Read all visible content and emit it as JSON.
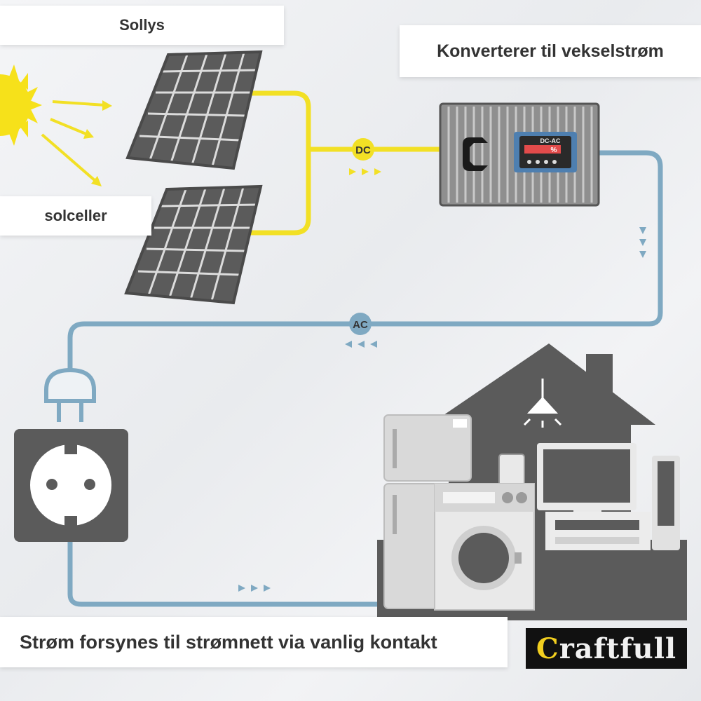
{
  "labels": {
    "sunlight": "Sollys",
    "solar_cells": "solceller",
    "converter": "Konverterer til vekselstrøm",
    "bottom": "Strøm forsynes til strømnett via vanlig kontakt"
  },
  "badges": {
    "dc": "DC",
    "ac": "AC"
  },
  "inverter": {
    "display_label": "DC-AC",
    "display_symbol": "%"
  },
  "logo": {
    "first_letter": "C",
    "rest": "raftfull"
  },
  "colors": {
    "dc_wire": "#f2e025",
    "ac_wire": "#7fa9c2",
    "panel": "#5b5b5b",
    "sun": "#f6e11a",
    "logo_accent": "#f2cf1f"
  },
  "icons": [
    "sun-icon",
    "solar-panel-icon",
    "inverter-icon",
    "plug-icon",
    "socket-icon",
    "house-icon",
    "appliances-icon"
  ]
}
